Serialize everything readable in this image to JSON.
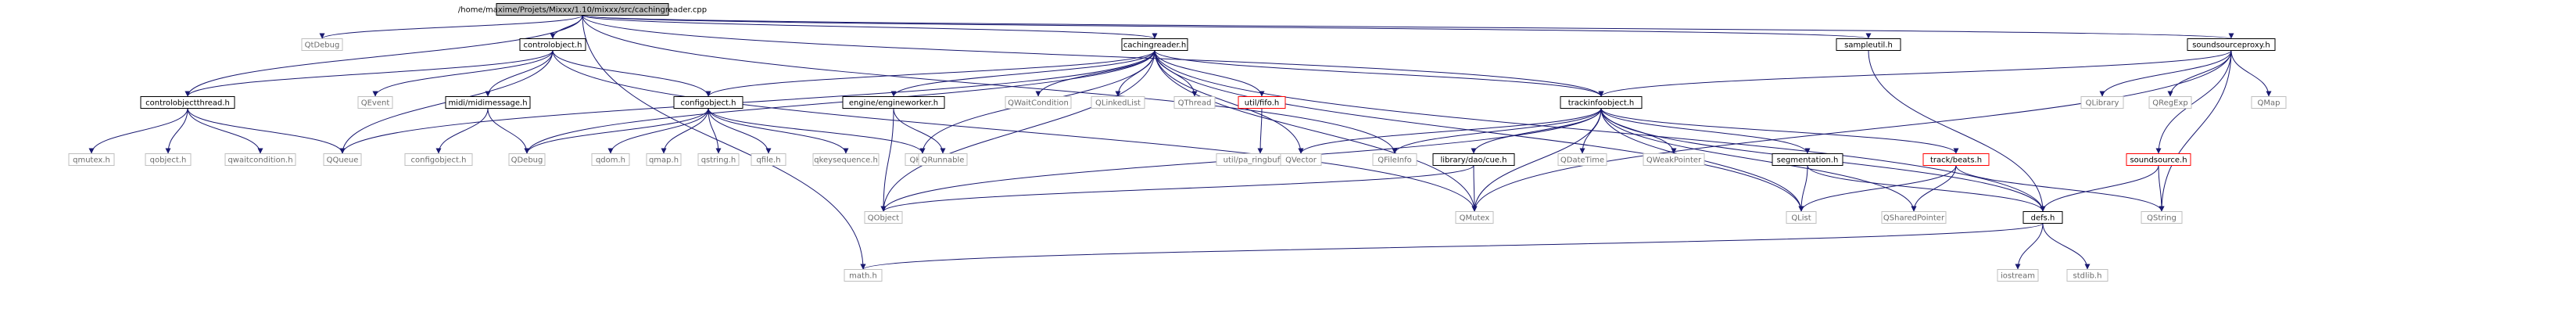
{
  "diagram": {
    "type": "include-dependency-graph",
    "colors": {
      "edge": "#191970",
      "root_fill": "#bfbfbf",
      "linked_border": "#000000",
      "missing_border": "#ff0000",
      "external_border": "#bfbfbf",
      "external_text": "#6b6b6b"
    },
    "nodes": [
      {
        "id": "root",
        "label": "/home/maxime/Projets/Mixxx/1.10/mixxx/src/cachingreader.cpp",
        "kind": "root"
      },
      {
        "id": "qdebug_top",
        "label": "QtDebug",
        "kind": "external"
      },
      {
        "id": "controlobject",
        "label": "controlobject.h",
        "kind": "linked"
      },
      {
        "id": "cachingreader_h",
        "label": "cachingreader.h",
        "kind": "linked"
      },
      {
        "id": "sampleutil",
        "label": "sampleutil.h",
        "kind": "linked"
      },
      {
        "id": "soundsourceproxy",
        "label": "soundsourceproxy.h",
        "kind": "linked"
      },
      {
        "id": "controlobjectthread",
        "label": "controlobjectthread.h",
        "kind": "linked"
      },
      {
        "id": "qevent",
        "label": "QEvent",
        "kind": "external"
      },
      {
        "id": "midimessage",
        "label": "midi/midimessage.h",
        "kind": "linked"
      },
      {
        "id": "configobject",
        "label": "configobject.h",
        "kind": "linked"
      },
      {
        "id": "engineworker",
        "label": "engine/engineworker.h",
        "kind": "linked"
      },
      {
        "id": "qwaitcondition_top",
        "label": "QWaitCondition",
        "kind": "external"
      },
      {
        "id": "qlinkedlist",
        "label": "QLinkedList",
        "kind": "external"
      },
      {
        "id": "qthread",
        "label": "QThread",
        "kind": "external"
      },
      {
        "id": "fifo",
        "label": "util/fifo.h",
        "kind": "missing"
      },
      {
        "id": "trackinfoobject",
        "label": "trackinfoobject.h",
        "kind": "linked"
      },
      {
        "id": "qlibrary",
        "label": "QLibrary",
        "kind": "external"
      },
      {
        "id": "qregexp",
        "label": "QRegExp",
        "kind": "external"
      },
      {
        "id": "qmap_top",
        "label": "QMap",
        "kind": "external"
      },
      {
        "id": "qmutex_h",
        "label": "qmutex.h",
        "kind": "external"
      },
      {
        "id": "qobject_h",
        "label": "qobject.h",
        "kind": "external"
      },
      {
        "id": "qwaitcondition_h",
        "label": "qwaitcondition.h",
        "kind": "external"
      },
      {
        "id": "qqueue",
        "label": "QQueue",
        "kind": "external"
      },
      {
        "id": "configobject_h2",
        "label": "configobject.h",
        "kind": "external"
      },
      {
        "id": "qdebug",
        "label": "QDebug",
        "kind": "external"
      },
      {
        "id": "qdom_h",
        "label": "qdom.h",
        "kind": "external"
      },
      {
        "id": "qmap_h",
        "label": "qmap.h",
        "kind": "external"
      },
      {
        "id": "qstring_h",
        "label": "qstring.h",
        "kind": "external"
      },
      {
        "id": "qfile_h",
        "label": "qfile.h",
        "kind": "external"
      },
      {
        "id": "qkeysequence_h",
        "label": "qkeysequence.h",
        "kind": "external"
      },
      {
        "id": "qhash",
        "label": "QHash",
        "kind": "external"
      },
      {
        "id": "qrunnable",
        "label": "QRunnable",
        "kind": "external"
      },
      {
        "id": "pa_ringbuffer",
        "label": "util/pa_ringbuffer.h",
        "kind": "external"
      },
      {
        "id": "qvector",
        "label": "QVector",
        "kind": "external"
      },
      {
        "id": "qfileinfo",
        "label": "QFileInfo",
        "kind": "external"
      },
      {
        "id": "cue",
        "label": "library/dao/cue.h",
        "kind": "linked"
      },
      {
        "id": "qdatetime",
        "label": "QDateTime",
        "kind": "external"
      },
      {
        "id": "qweakpointer",
        "label": "QWeakPointer",
        "kind": "external"
      },
      {
        "id": "segmentation",
        "label": "segmentation.h",
        "kind": "linked"
      },
      {
        "id": "beats",
        "label": "track/beats.h",
        "kind": "missing"
      },
      {
        "id": "soundsource",
        "label": "soundsource.h",
        "kind": "missing"
      },
      {
        "id": "qobject",
        "label": "QObject",
        "kind": "external"
      },
      {
        "id": "qmutex",
        "label": "QMutex",
        "kind": "external"
      },
      {
        "id": "qlist",
        "label": "QList",
        "kind": "external"
      },
      {
        "id": "qsharedpointer",
        "label": "QSharedPointer",
        "kind": "external"
      },
      {
        "id": "defs",
        "label": "defs.h",
        "kind": "linked"
      },
      {
        "id": "qstring",
        "label": "QString",
        "kind": "external"
      },
      {
        "id": "math",
        "label": "math.h",
        "kind": "external"
      },
      {
        "id": "iostream",
        "label": "iostream",
        "kind": "external"
      },
      {
        "id": "stdlib",
        "label": "stdlib.h",
        "kind": "external"
      }
    ],
    "edges": [
      [
        "root",
        "qdebug_top"
      ],
      [
        "root",
        "controlobject"
      ],
      [
        "root",
        "cachingreader_h"
      ],
      [
        "root",
        "sampleutil"
      ],
      [
        "root",
        "soundsourceproxy"
      ],
      [
        "root",
        "trackinfoobject"
      ],
      [
        "root",
        "math"
      ],
      [
        "root",
        "qfileinfo"
      ],
      [
        "root",
        "controlobjectthread"
      ],
      [
        "controlobject",
        "controlobjectthread"
      ],
      [
        "controlobject",
        "qevent"
      ],
      [
        "controlobject",
        "midimessage"
      ],
      [
        "controlobject",
        "configobject"
      ],
      [
        "controlobject",
        "qmutex"
      ],
      [
        "controlobject",
        "qqueue"
      ],
      [
        "controlobjectthread",
        "qmutex_h"
      ],
      [
        "controlobjectthread",
        "qobject_h"
      ],
      [
        "controlobjectthread",
        "qwaitcondition_h"
      ],
      [
        "controlobjectthread",
        "qqueue"
      ],
      [
        "midimessage",
        "configobject_h2"
      ],
      [
        "midimessage",
        "qdebug"
      ],
      [
        "configobject",
        "qdom_h"
      ],
      [
        "configobject",
        "qmap_h"
      ],
      [
        "configobject",
        "qstring_h"
      ],
      [
        "configobject",
        "qfile_h"
      ],
      [
        "configobject",
        "qkeysequence_h"
      ],
      [
        "configobject",
        "qhash"
      ],
      [
        "configobject",
        "qdebug"
      ],
      [
        "cachingreader_h",
        "qqueue"
      ],
      [
        "cachingreader_h",
        "configobject"
      ],
      [
        "cachingreader_h",
        "engineworker"
      ],
      [
        "cachingreader_h",
        "qwaitcondition_top"
      ],
      [
        "cachingreader_h",
        "qlinkedlist"
      ],
      [
        "cachingreader_h",
        "qthread"
      ],
      [
        "cachingreader_h",
        "fifo"
      ],
      [
        "cachingreader_h",
        "trackinfoobject"
      ],
      [
        "cachingreader_h",
        "qvector"
      ],
      [
        "cachingreader_h",
        "qhash"
      ],
      [
        "cachingreader_h",
        "qobject"
      ],
      [
        "cachingreader_h",
        "qmutex"
      ],
      [
        "cachingreader_h",
        "qlist"
      ],
      [
        "cachingreader_h",
        "defs"
      ],
      [
        "cachingreader_h",
        "qdebug"
      ],
      [
        "engineworker",
        "qrunnable"
      ],
      [
        "engineworker",
        "qobject"
      ],
      [
        "fifo",
        "pa_ringbuffer"
      ],
      [
        "trackinfoobject",
        "qvector"
      ],
      [
        "trackinfoobject",
        "qfileinfo"
      ],
      [
        "trackinfoobject",
        "cue"
      ],
      [
        "trackinfoobject",
        "qdatetime"
      ],
      [
        "trackinfoobject",
        "qweakpointer"
      ],
      [
        "trackinfoobject",
        "segmentation"
      ],
      [
        "trackinfoobject",
        "beats"
      ],
      [
        "trackinfoobject",
        "qobject"
      ],
      [
        "trackinfoobject",
        "qmutex"
      ],
      [
        "trackinfoobject",
        "qlist"
      ],
      [
        "trackinfoobject",
        "qsharedpointer"
      ],
      [
        "trackinfoobject",
        "defs"
      ],
      [
        "cue",
        "qobject"
      ],
      [
        "cue",
        "qmutex"
      ],
      [
        "segmentation",
        "qlist"
      ],
      [
        "segmentation",
        "defs"
      ],
      [
        "beats",
        "qlist"
      ],
      [
        "beats",
        "qsharedpointer"
      ],
      [
        "beats",
        "qstring"
      ],
      [
        "sampleutil",
        "defs"
      ],
      [
        "soundsourceproxy",
        "trackinfoobject"
      ],
      [
        "soundsourceproxy",
        "qlibrary"
      ],
      [
        "soundsourceproxy",
        "qregexp"
      ],
      [
        "soundsourceproxy",
        "qmap_top"
      ],
      [
        "soundsourceproxy",
        "soundsource"
      ],
      [
        "soundsourceproxy",
        "qmutex"
      ],
      [
        "soundsourceproxy",
        "qstring"
      ],
      [
        "soundsource",
        "defs"
      ],
      [
        "soundsource",
        "qstring"
      ],
      [
        "defs",
        "math"
      ],
      [
        "defs",
        "iostream"
      ],
      [
        "defs",
        "stdlib"
      ]
    ]
  }
}
